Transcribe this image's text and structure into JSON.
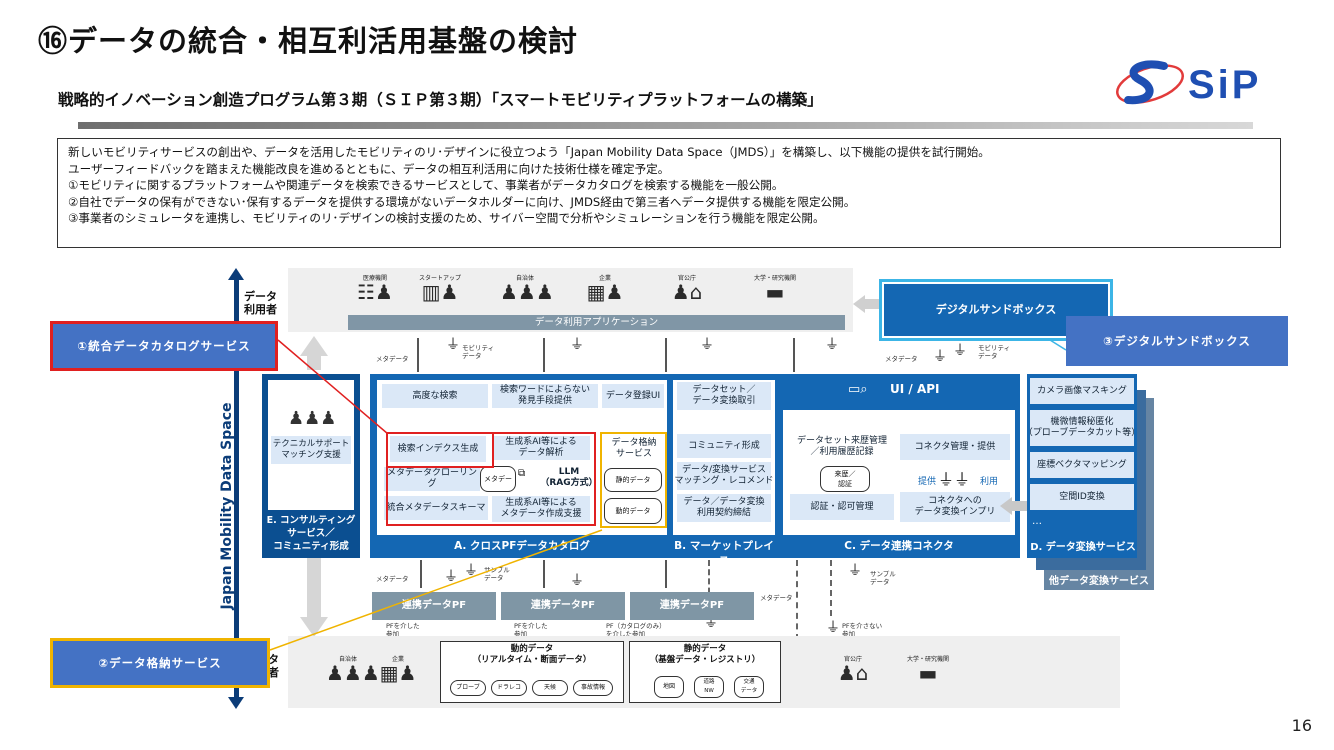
{
  "header": {
    "title": "⑯データの統合・相互利活用基盤の検討",
    "subtitle": "戦略的イノベーション創造プログラム第３期（ＳＩＰ第３期）「スマートモビリティプラットフォームの構築」",
    "logo_text": "SiP"
  },
  "summary": [
    "新しいモビリティサービスの創出や、データを活用したモビリティのリ･デザインに役立つよう「Japan Mobility Data Space（JMDS）」を構築し、以下機能の提供を試行開始。",
    "ユーザーフィードバックを踏まえた機能改良を進めるとともに、データの相互利活用に向けた技術仕様を確定予定。",
    "①モビリティに関するプラットフォームや関連データを検索できるサービスとして、事業者がデータカタログを検索する機能を一般公開。",
    "②自社でデータの保有ができない･保有するデータを提供する環境がないデータホルダーに向け、JMDS経由で第三者へデータ提供する機能を限定公開。",
    "③事業者のシミュレータを連携し、モビリティのリ･デザインの検討支援のため、サイバー空間で分析やシミュレーションを行う機能を限定公開。"
  ],
  "diagram": {
    "vertical_title": "Japan Mobility Data Space",
    "top_label": "データ\n利用者",
    "bottom_label": "タ\n者",
    "users": [
      "医療機関",
      "スタートアップ",
      "自治体",
      "企業",
      "官公庁",
      "大学・研究機関"
    ],
    "app_bar": "データ利用アプリケーション",
    "sandbox": "デジタルサンドボックス",
    "ui_api": "UI / API",
    "annotations": {
      "metadata": "メタデータ",
      "mobility_data": "モビリティ\nデータ",
      "sample_data": "サンプル\nデータ",
      "via_pf": "PFを介した\n参加",
      "via_catalog": "PF（カタログのみ）\nを介した参加",
      "no_pf": "PFを介さない\n参加"
    },
    "consulting": {
      "item": "テクニカルサポート\nマッチング支援",
      "label": "E. コンサルティング\nサービス／\nコミュニティ形成"
    },
    "catalog": {
      "label": "A. クロスPFデータカタログ",
      "items": [
        "高度な検索",
        "検索ワードによらない\n発見手段提供",
        "データ登録UI",
        "検索インデクス生成",
        "生成系AI等による\nデータ解析",
        "メタデータクローリング",
        "メタデータ",
        "LLM\n（RAG方式）",
        "統合メタデータスキーマ",
        "生成系AI等による\nメタデータ作成支援",
        "データ格納\nサービス",
        "静的データ",
        "動的データ"
      ]
    },
    "market": {
      "label": "B. マーケットプレイス",
      "items": [
        "データセット／\nデータ変換取引",
        "コミュニティ形成",
        "データ/変換サービス\nマッチング・レコメンド",
        "データ／データ変換\n利用契約締結"
      ]
    },
    "connector": {
      "label": "C. データ連携コネクタ",
      "items": [
        "データセット来歴管理\n／利用履歴記録",
        "コネクタ管理・提供",
        "来歴／\n認証",
        "提供",
        "利用",
        "認証・認可管理",
        "コネクタへの\nデータ変換インプリ"
      ]
    },
    "conversion": {
      "label": "D. データ変換サービス",
      "other": "他データ変換サービス",
      "items": [
        "カメラ画像マスキング",
        "機微情報秘匿化\n（プローブデータカット等）",
        "座標ベクタマッピング",
        "空間ID変換",
        "…"
      ]
    },
    "pf_boxes": [
      "連携データPF",
      "連携データPF",
      "連携データPF"
    ],
    "providers_left": [
      "自治体",
      "企業"
    ],
    "providers_right": [
      "官公庁",
      "大学・研究機関"
    ],
    "dynamic_data": {
      "title": "動的データ\n（リアルタイム・断面データ）",
      "items": [
        "プローブ",
        "ドラレコ",
        "天候",
        "事故情報"
      ]
    },
    "static_data": {
      "title": "静的データ\n（基盤データ・レジストリ）",
      "items": [
        "地図",
        "道路\nNW",
        "交通\nデータ"
      ]
    },
    "callouts": {
      "c1": "①統合データカタログサービス",
      "c2": "②データ格納サービス",
      "c3": "③デジタルサンドボックス"
    }
  },
  "page_number": "16",
  "colors": {
    "primary_blue": "#1467b3",
    "light_blue": "#dbe8f7",
    "callout_blue": "#4472c4",
    "red_highlight": "#e02020",
    "gold_highlight": "#f0b400"
  }
}
